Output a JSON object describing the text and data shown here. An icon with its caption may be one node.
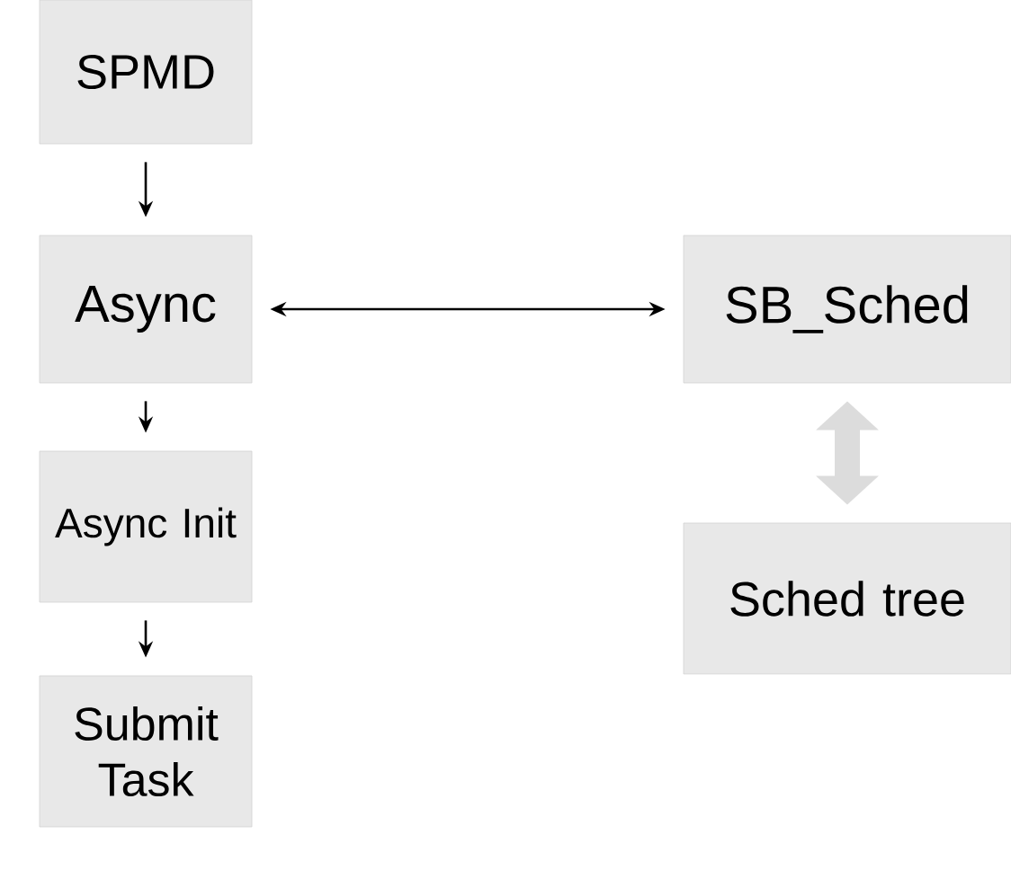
{
  "diagram": {
    "nodes": [
      {
        "text": [
          "SPMD"
        ]
      },
      {
        "text": [
          "Async"
        ]
      },
      {
        "text": [
          "SB_Sched"
        ]
      },
      {
        "text": [
          "Async Init"
        ]
      },
      {
        "text": [
          "Sched tree"
        ]
      },
      {
        "text": [
          "Submit Task"
        ]
      }
    ],
    "edges": [
      {
        "from": 0,
        "to": 1,
        "arrow": "to"
      },
      {
        "from": 1,
        "to": 2,
        "arrow": "both"
      },
      {
        "from": 1,
        "to": 3,
        "arrow": "to"
      },
      {
        "from": 2,
        "to": 4,
        "arrow": "both",
        "style": "thick",
        "color": "#dcdcdc"
      },
      {
        "from": 3,
        "to": 5,
        "arrow": "to"
      }
    ]
  }
}
